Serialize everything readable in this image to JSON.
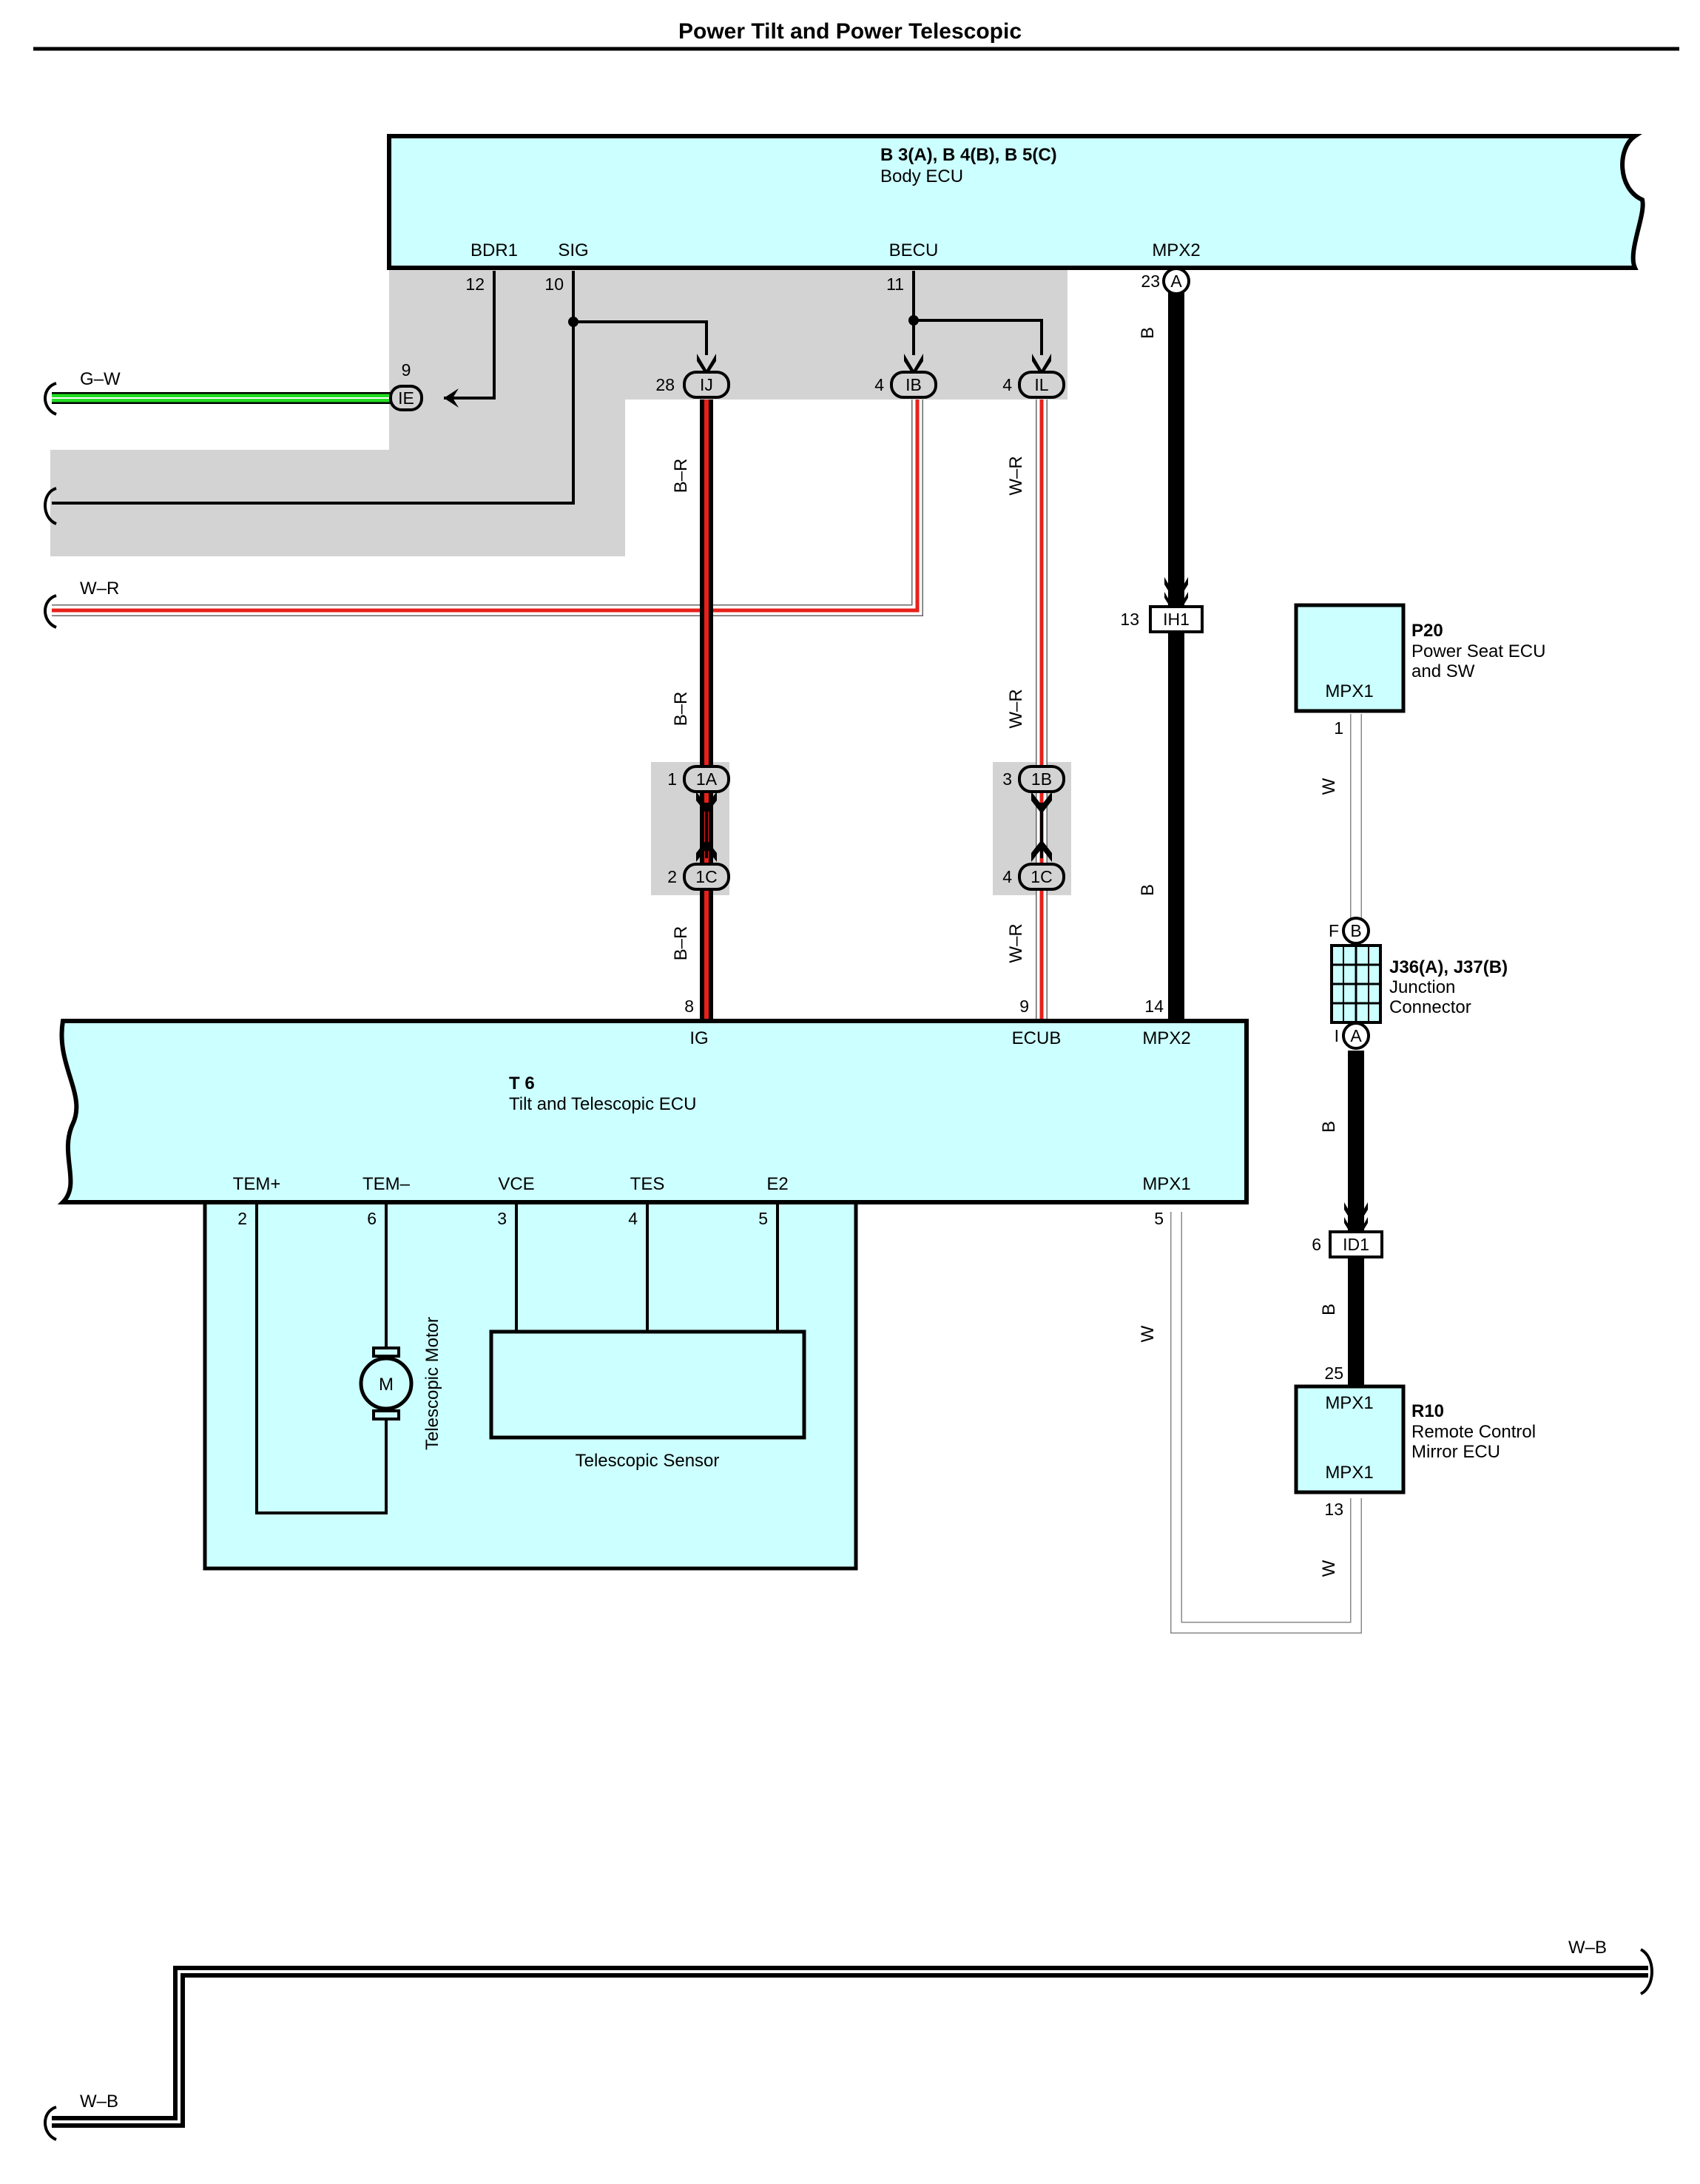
{
  "title": "Power Tilt and Power Telescopic",
  "colors": {
    "component_fill": "#ccffff",
    "shade": "#d3d3d3",
    "wire_black": "#000000",
    "wire_red": "#e8201a",
    "wire_green": "#22dd22",
    "wire_white": "#ffffff"
  },
  "components": {
    "body_ecu": {
      "code": "B 3(A), B 4(B), B 5(C)",
      "name": "Body ECU",
      "terminals": {
        "bdr1": "BDR1",
        "sig": "SIG",
        "becu": "BECU",
        "mpx2": "MPX2"
      }
    },
    "tilt_ecu": {
      "code": "T 6",
      "name": "Tilt and Telescopic ECU",
      "terminals": {
        "ig": "IG",
        "ecub": "ECUB",
        "mpx2": "MPX2",
        "temp": "TEM+",
        "temm": "TEM–",
        "vce": "VCE",
        "tes": "TES",
        "e2": "E2",
        "mpx1": "MPX1"
      }
    },
    "power_seat": {
      "code": "P20",
      "name1": "Power Seat ECU",
      "name2": "and SW",
      "terminal": "MPX1"
    },
    "junction": {
      "code": "J36(A), J37(B)",
      "name1": "Junction",
      "name2": "Connector"
    },
    "mirror_ecu": {
      "code": "R10",
      "name1": "Remote Control",
      "name2": "Mirror ECU",
      "terminal_top": "MPX1",
      "terminal_bottom": "MPX1"
    },
    "motor": {
      "symbol": "M",
      "name": "Telescopic Motor"
    },
    "sensor": {
      "name": "Telescopic Sensor"
    }
  },
  "connectors": {
    "ie": "IE",
    "ij": "IJ",
    "ib": "IB",
    "il": "IL",
    "a": "A",
    "b": "B",
    "c1a": "1A",
    "c1b": "1B",
    "c1c": "1C",
    "ih1": "IH1",
    "id1": "ID1"
  },
  "pins": {
    "p12": "12",
    "p10": "10",
    "p11": "11",
    "p23": "23",
    "p9a": "9",
    "p28": "28",
    "p4a": "4",
    "p4b": "4",
    "p13a": "13",
    "p1": "1",
    "p3": "3",
    "p2": "2",
    "p4c": "4",
    "p8": "8",
    "p9b": "9",
    "p14": "14",
    "p1s": "1",
    "pF": "F",
    "pI": "I",
    "p6a": "6",
    "p25": "25",
    "p13b": "13",
    "t2": "2",
    "t6": "6",
    "t3": "3",
    "t4": "4",
    "t5": "5",
    "t5b": "5"
  },
  "wire_labels": {
    "gw": "G–W",
    "wr": "W–R",
    "br1": "B–R",
    "br2": "B–R",
    "br3": "B–R",
    "wr1": "W–R",
    "wr2": "W–R",
    "wr3": "W–R",
    "b1": "B",
    "b2": "B",
    "w1": "W",
    "b3": "B",
    "b4": "B",
    "w2": "W",
    "w3": "W",
    "wb1": "W–B",
    "wb2": "W–B"
  }
}
